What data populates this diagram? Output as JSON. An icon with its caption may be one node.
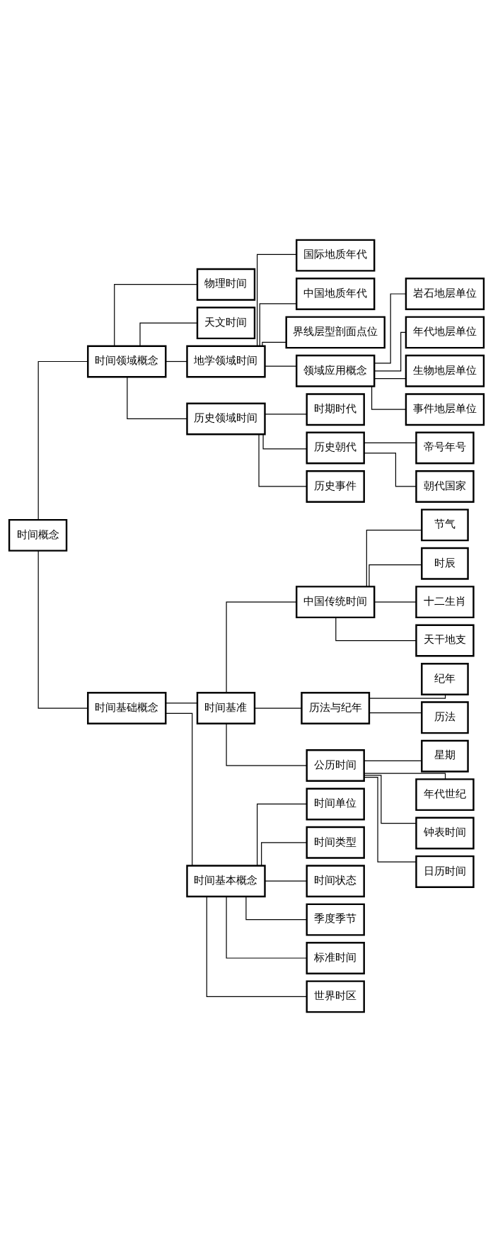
{
  "diagram": {
    "nodes": [
      {
        "text": [
          "时间概念"
        ]
      },
      {
        "text": [
          "时间领域概念"
        ]
      },
      {
        "text": [
          "物理时间"
        ]
      },
      {
        "text": [
          "天文时间"
        ]
      },
      {
        "text": [
          "地学领域时间"
        ]
      },
      {
        "text": [
          "国际地质年代"
        ]
      },
      {
        "text": [
          "中国地质年代"
        ]
      },
      {
        "text": [
          "界线层型剖面点位"
        ]
      },
      {
        "text": [
          "领域应用概念"
        ]
      },
      {
        "text": [
          "岩石地层单位"
        ]
      },
      {
        "text": [
          "年代地层单位"
        ]
      },
      {
        "text": [
          "生物地层单位"
        ]
      },
      {
        "text": [
          "事件地层单位"
        ]
      },
      {
        "text": [
          "历史领域时间"
        ]
      },
      {
        "text": [
          "时期时代"
        ]
      },
      {
        "text": [
          "历史朝代"
        ]
      },
      {
        "text": [
          "帝号年号"
        ]
      },
      {
        "text": [
          "朝代国家"
        ]
      },
      {
        "text": [
          "历史事件"
        ]
      },
      {
        "text": [
          "时间基础概念"
        ]
      },
      {
        "text": [
          "时间基准"
        ]
      },
      {
        "text": [
          "中国传统时间"
        ]
      },
      {
        "text": [
          "节气"
        ]
      },
      {
        "text": [
          "时辰"
        ]
      },
      {
        "text": [
          "十二生肖"
        ]
      },
      {
        "text": [
          "天干地支"
        ]
      },
      {
        "text": [
          "历法与纪年"
        ]
      },
      {
        "text": [
          "纪年"
        ]
      },
      {
        "text": [
          "历法"
        ]
      },
      {
        "text": [
          "公历时间"
        ]
      },
      {
        "text": [
          "星期"
        ]
      },
      {
        "text": [
          "年代世纪"
        ]
      },
      {
        "text": [
          "钟表时间"
        ]
      },
      {
        "text": [
          "日历时间"
        ]
      },
      {
        "text": [
          "时间基本概念"
        ]
      },
      {
        "text": [
          "时间单位"
        ]
      },
      {
        "text": [
          "时间类型"
        ]
      },
      {
        "text": [
          "时间状态"
        ]
      },
      {
        "text": [
          "季度季节"
        ]
      },
      {
        "text": [
          "标准时间"
        ]
      },
      {
        "text": [
          "世界时区"
        ]
      }
    ],
    "edges": [
      {
        "from": 0,
        "to": 1,
        "arrow": "none"
      },
      {
        "from": 1,
        "to": 2,
        "arrow": "none"
      },
      {
        "from": 1,
        "to": 3,
        "arrow": "none"
      },
      {
        "from": 1,
        "to": 4,
        "arrow": "none"
      },
      {
        "from": 4,
        "to": 5,
        "arrow": "none"
      },
      {
        "from": 4,
        "to": 6,
        "arrow": "none"
      },
      {
        "from": 4,
        "to": 7,
        "arrow": "none"
      },
      {
        "from": 4,
        "to": 8,
        "arrow": "none"
      },
      {
        "from": 8,
        "to": 9,
        "arrow": "none"
      },
      {
        "from": 8,
        "to": 10,
        "arrow": "none"
      },
      {
        "from": 8,
        "to": 11,
        "arrow": "none"
      },
      {
        "from": 8,
        "to": 12,
        "arrow": "none"
      },
      {
        "from": 1,
        "to": 13,
        "arrow": "none"
      },
      {
        "from": 13,
        "to": 14,
        "arrow": "none"
      },
      {
        "from": 13,
        "to": 15,
        "arrow": "none"
      },
      {
        "from": 15,
        "to": 16,
        "arrow": "none"
      },
      {
        "from": 15,
        "to": 17,
        "arrow": "none"
      },
      {
        "from": 13,
        "to": 18,
        "arrow": "none"
      },
      {
        "from": 0,
        "to": 19,
        "arrow": "none"
      },
      {
        "from": 19,
        "to": 20,
        "arrow": "none"
      },
      {
        "from": 20,
        "to": 21,
        "arrow": "none"
      },
      {
        "from": 21,
        "to": 22,
        "arrow": "none"
      },
      {
        "from": 21,
        "to": 23,
        "arrow": "none"
      },
      {
        "from": 21,
        "to": 24,
        "arrow": "none"
      },
      {
        "from": 21,
        "to": 25,
        "arrow": "none"
      },
      {
        "from": 20,
        "to": 26,
        "arrow": "none"
      },
      {
        "from": 26,
        "to": 27,
        "arrow": "none"
      },
      {
        "from": 26,
        "to": 28,
        "arrow": "none"
      },
      {
        "from": 20,
        "to": 29,
        "arrow": "none"
      },
      {
        "from": 29,
        "to": 30,
        "arrow": "none"
      },
      {
        "from": 29,
        "to": 31,
        "arrow": "none"
      },
      {
        "from": 29,
        "to": 32,
        "arrow": "none"
      },
      {
        "from": 29,
        "to": 33,
        "arrow": "none"
      },
      {
        "from": 19,
        "to": 34,
        "arrow": "none"
      },
      {
        "from": 34,
        "to": 35,
        "arrow": "none"
      },
      {
        "from": 34,
        "to": 36,
        "arrow": "none"
      },
      {
        "from": 34,
        "to": 37,
        "arrow": "none"
      },
      {
        "from": 34,
        "to": 38,
        "arrow": "none"
      },
      {
        "from": 34,
        "to": 39,
        "arrow": "none"
      },
      {
        "from": 34,
        "to": 40,
        "arrow": "none"
      }
    ]
  }
}
